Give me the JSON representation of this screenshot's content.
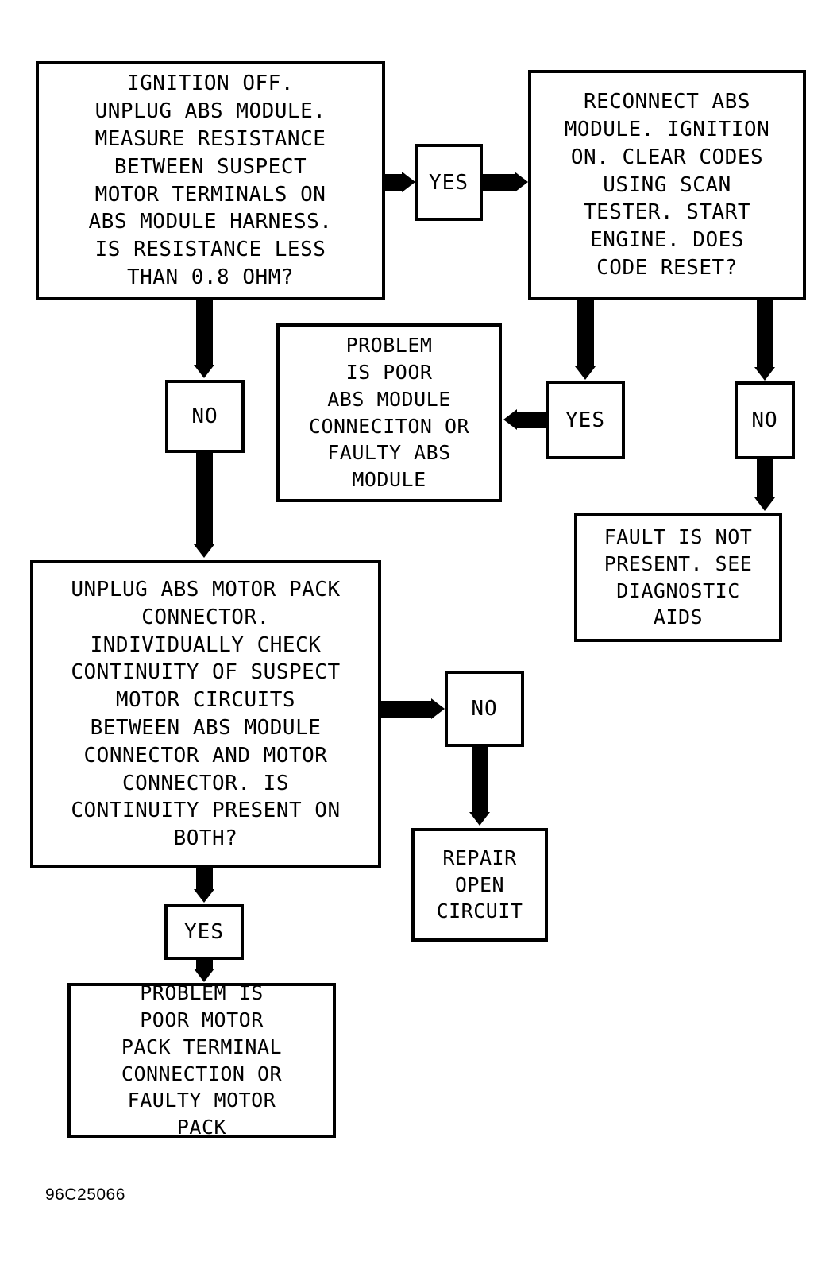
{
  "diagram": {
    "caption": "96C25066",
    "ink_color": "#000000",
    "background_color": "#ffffff",
    "nodes": {
      "start_test": "IGNITION OFF.\nUNPLUG ABS MODULE.\nMEASURE RESISTANCE\nBETWEEN SUSPECT\nMOTOR TERMINALS ON\nABS MODULE HARNESS.\nIS RESISTANCE LESS\nTHAN 0.8 OHM?",
      "reconnect_test": "RECONNECT ABS\nMODULE. IGNITION\nON. CLEAR CODES\nUSING SCAN\nTESTER. START\nENGINE. DOES\nCODE RESET?",
      "poor_abs_module": "PROBLEM\nIS POOR\nABS MODULE\nCONNECITON OR\nFAULTY ABS\nMODULE",
      "fault_not_present": "FAULT IS NOT\nPRESENT. SEE\nDIAGNOSTIC\nAIDS",
      "continuity_test": "UNPLUG ABS MOTOR PACK\nCONNECTOR.\nINDIVIDUALLY CHECK\nCONTINUITY OF SUSPECT\nMOTOR CIRCUITS\nBETWEEN ABS MODULE\nCONNECTOR AND MOTOR\nCONNECTOR. IS\nCONTINUITY PRESENT ON\nBOTH?",
      "repair_open_circuit": "REPAIR\nOPEN\nCIRCUIT",
      "poor_motor_pack": "PROBLEM IS\nPOOR MOTOR\nPACK TERMINAL\nCONNECTION OR\nFAULTY MOTOR\nPACK"
    },
    "decision_labels": {
      "start_yes": "YES",
      "start_no": "NO",
      "reconnect_yes": "YES",
      "reconnect_no": "NO",
      "continuity_no": "NO",
      "continuity_yes": "YES"
    }
  }
}
